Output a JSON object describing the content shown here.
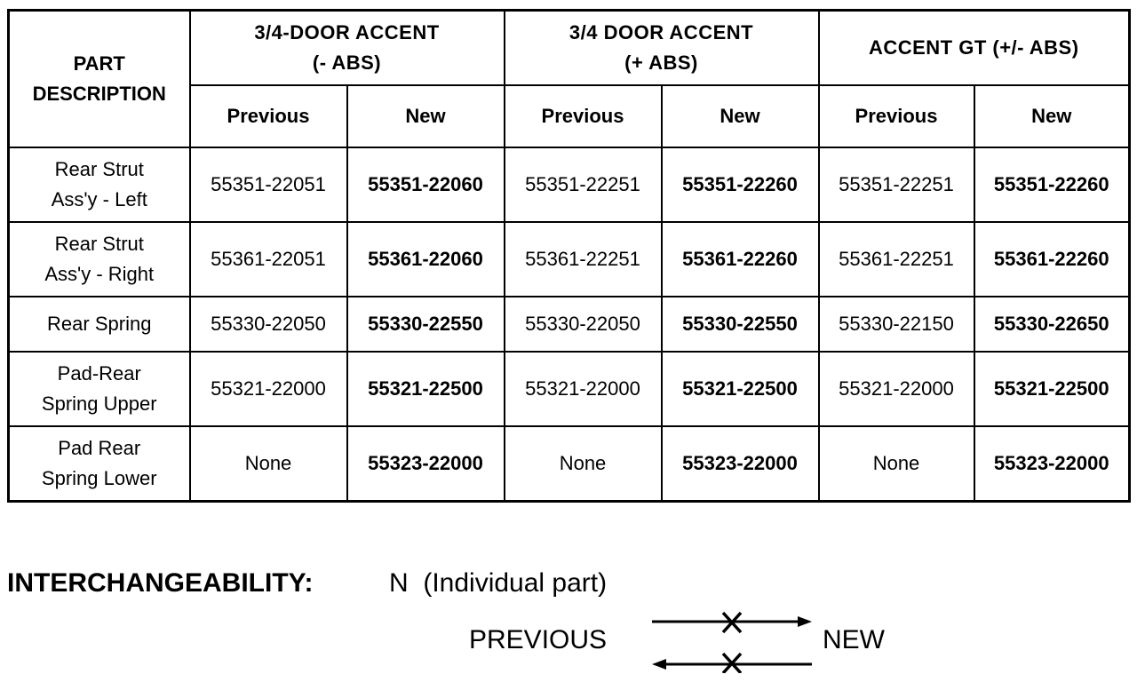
{
  "table": {
    "header": {
      "part_description": "PART DESCRIPTION",
      "groups": [
        {
          "line1": "3/4-DOOR ACCENT",
          "line2": "(- ABS)"
        },
        {
          "line1": "3/4 DOOR ACCENT",
          "line2": "(+ ABS)"
        },
        {
          "line1": "ACCENT GT (+/- ABS)",
          "line2": ""
        }
      ],
      "sub": [
        "Previous",
        "New",
        "Previous",
        "New",
        "Previous",
        "New"
      ]
    },
    "rows": [
      {
        "desc": [
          "Rear Strut",
          "Ass'y - Left"
        ],
        "cells": [
          "55351-22051",
          "55351-22060",
          "55351-22251",
          "55351-22260",
          "55351-22251",
          "55351-22260"
        ]
      },
      {
        "desc": [
          "Rear Strut",
          "Ass'y - Right"
        ],
        "cells": [
          "55361-22051",
          "55361-22060",
          "55361-22251",
          "55361-22260",
          "55361-22251",
          "55361-22260"
        ]
      },
      {
        "desc": [
          "Rear Spring"
        ],
        "cells": [
          "55330-22050",
          "55330-22550",
          "55330-22050",
          "55330-22550",
          "55330-22150",
          "55330-22650"
        ]
      },
      {
        "desc": [
          "Pad-Rear",
          "Spring Upper"
        ],
        "cells": [
          "55321-22000",
          "55321-22500",
          "55321-22000",
          "55321-22500",
          "55321-22000",
          "55321-22500"
        ]
      },
      {
        "desc": [
          "Pad Rear",
          "Spring Lower"
        ],
        "cells": [
          "None",
          "55323-22000",
          "None",
          "55323-22000",
          "None",
          "55323-22000"
        ]
      }
    ]
  },
  "footer": {
    "interchangeability_label": "INTERCHANGEABILITY:",
    "interchangeability_value": "N  (Individual part)",
    "previous_label": "PREVIOUS",
    "new_label": "NEW"
  }
}
